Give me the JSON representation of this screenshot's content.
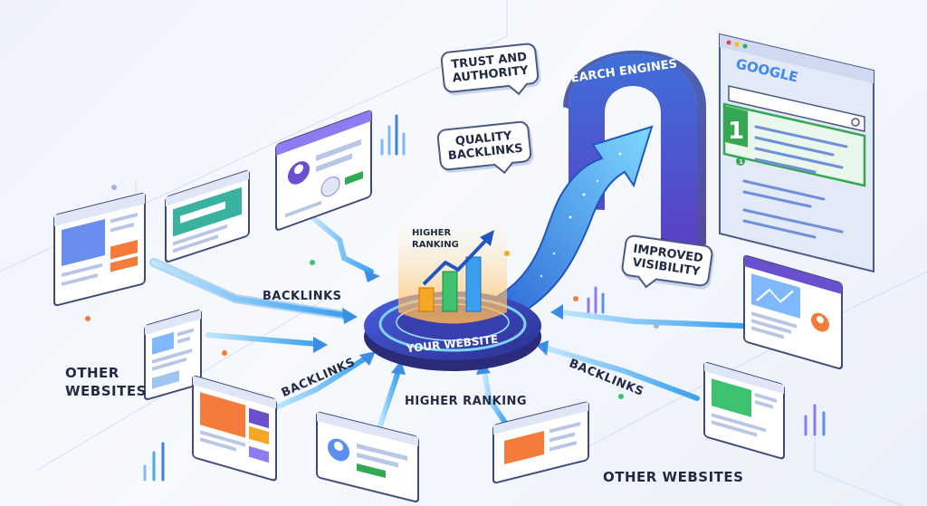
{
  "labels": {
    "search_engines": "SEARCH ENGINES",
    "google": "GOOGLE",
    "rank_number": "1",
    "rank_small": "1",
    "trust_line1": "TRUST AND",
    "trust_line2": "AUTHORITY",
    "quality_line1": "QUALITY",
    "quality_line2": "BACKLINKS",
    "improved_line1": "IMPROVED",
    "improved_line2": "VISIBILITY",
    "higher_ranking_top_line1": "HIGHER",
    "higher_ranking_top_line2": "RANKING",
    "your_website": "YOUR WEBSITE",
    "backlinks_left_top": "BACKLINKS",
    "backlinks_left_bottom": "BACKLINKS",
    "backlinks_right": "BACKLINKS",
    "higher_ranking_bottom": "HIGHER RANKING",
    "other_websites_left_line1": "OTHER",
    "other_websites_left_line2": "WEBSITES",
    "other_websites_bottom": "OTHER WEBSITES"
  },
  "colors": {
    "navy": "#3b3f8f",
    "blue": "#2f6fd8",
    "cyan": "#55c8f0",
    "purple": "#6a4fcf",
    "green": "#34a853",
    "orange": "#f47b3a",
    "google_blue": "#4285f4",
    "google_red": "#ea4335",
    "google_yellow": "#fbbc05",
    "google_green": "#34a853"
  }
}
